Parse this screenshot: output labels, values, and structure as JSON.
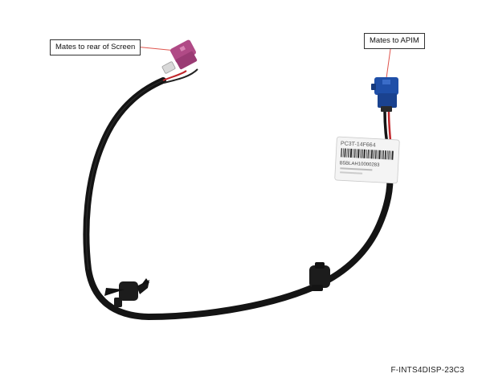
{
  "callouts": {
    "screen": "Mates to rear of Screen",
    "apim": "Mates to APIM"
  },
  "label": {
    "part_prefix": "PC3T-14F664",
    "barcode_id": "B5BLAH10000283"
  },
  "part_number": "F-INTS4DISP-23C3",
  "colors": {
    "background": "#ffffff",
    "cable": "#141414",
    "connector_screen": "#b04a86",
    "connector_apim": "#1f4fa8",
    "wire_red": "#c0262b",
    "callout_line": "#e0564f"
  }
}
